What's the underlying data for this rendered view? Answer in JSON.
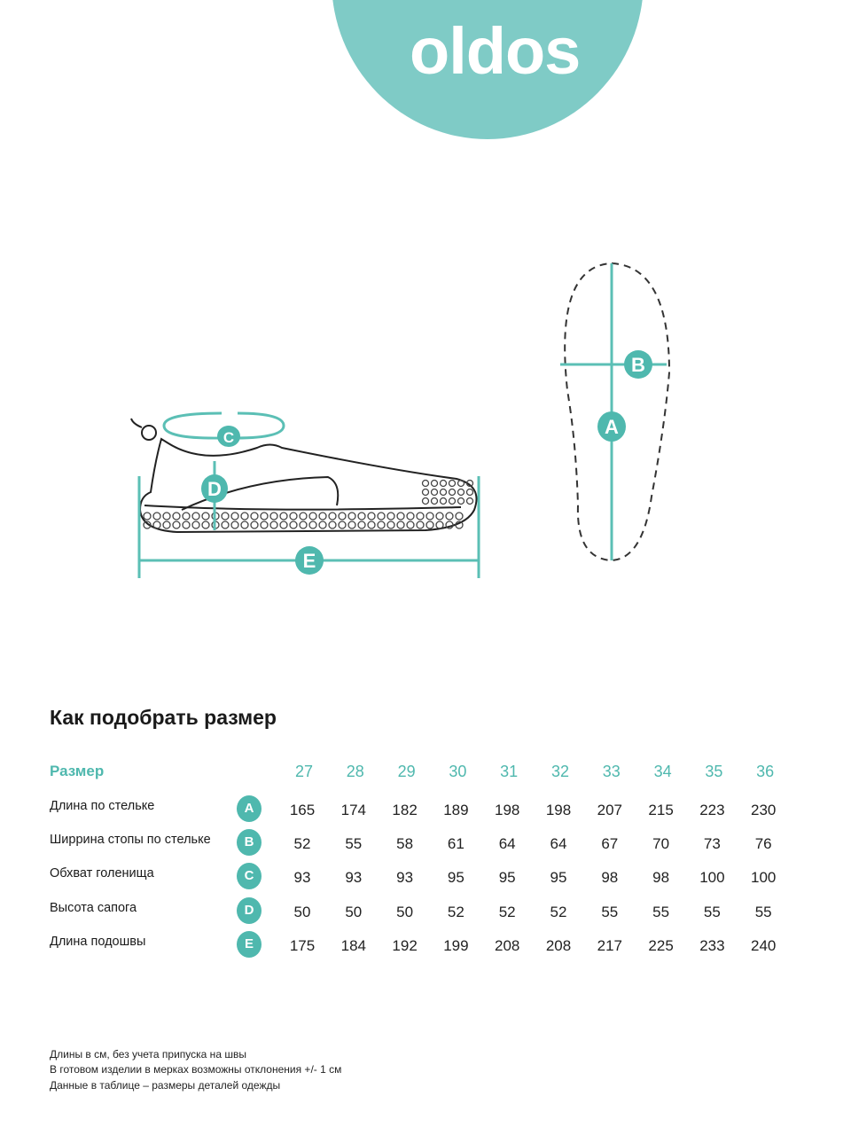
{
  "brand": {
    "logo_text": "oldos",
    "accent": "#4fb8ae",
    "blob": "#7fcbc6"
  },
  "diagram": {
    "labels": [
      "A",
      "B",
      "C",
      "D",
      "E"
    ]
  },
  "title": "Как подобрать размер",
  "table": {
    "header_label": "Размер",
    "sizes": [
      "27",
      "28",
      "29",
      "30",
      "31",
      "32",
      "33",
      "34",
      "35",
      "36"
    ],
    "rows": [
      {
        "label": "Длина по стельке",
        "badge": "A",
        "values": [
          "165",
          "174",
          "182",
          "189",
          "198",
          "198",
          "207",
          "215",
          "223",
          "230"
        ]
      },
      {
        "label": "Ширрина стопы по стельке",
        "badge": "B",
        "values": [
          "52",
          "55",
          "58",
          "61",
          "64",
          "64",
          "67",
          "70",
          "73",
          "76"
        ]
      },
      {
        "label": "Обхват голенища",
        "badge": "C",
        "values": [
          "93",
          "93",
          "93",
          "95",
          "95",
          "95",
          "98",
          "98",
          "100",
          "100"
        ]
      },
      {
        "label": "Высота сапога",
        "badge": "D",
        "values": [
          "50",
          "50",
          "50",
          "52",
          "52",
          "52",
          "55",
          "55",
          "55",
          "55"
        ]
      },
      {
        "label": "Длина подошвы",
        "badge": "E",
        "values": [
          "175",
          "184",
          "192",
          "199",
          "208",
          "208",
          "217",
          "225",
          "233",
          "240"
        ]
      }
    ]
  },
  "notes": [
    "Длины в см, без учета припуска на швы",
    "В готовом изделии в мерках возможны отклонения +/- 1 см",
    "Данные в таблице – размеры деталей одежды"
  ]
}
